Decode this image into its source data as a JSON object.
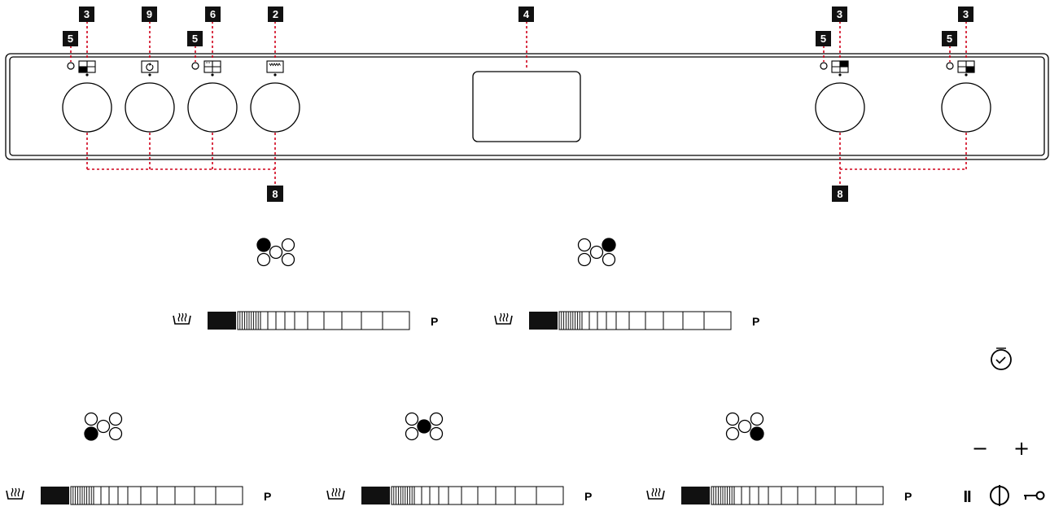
{
  "callouts": {
    "left_burner_1": "3",
    "light_1": "5",
    "rotisserie": "9",
    "light_2": "5",
    "oven_function": "6",
    "grill": "2",
    "display": "4",
    "right_burner_1": "3",
    "light_3": "5",
    "right_burner_2": "3",
    "light_4": "5",
    "knobs_left": "8",
    "knobs_right": "8"
  },
  "power_rows": {
    "p_label": "P"
  },
  "controls": {
    "minus": "−",
    "plus": "+",
    "pause": "II"
  },
  "icons": {
    "zone_indicator": "zone-icon",
    "heat_symbol": "heat-setting-icon",
    "timer": "clock-icon",
    "power": "power-icon",
    "lock": "key-lock-icon"
  },
  "colors": {
    "dashed_leader": "#d0021b",
    "callout_box": "#111111",
    "line": "#000000"
  }
}
